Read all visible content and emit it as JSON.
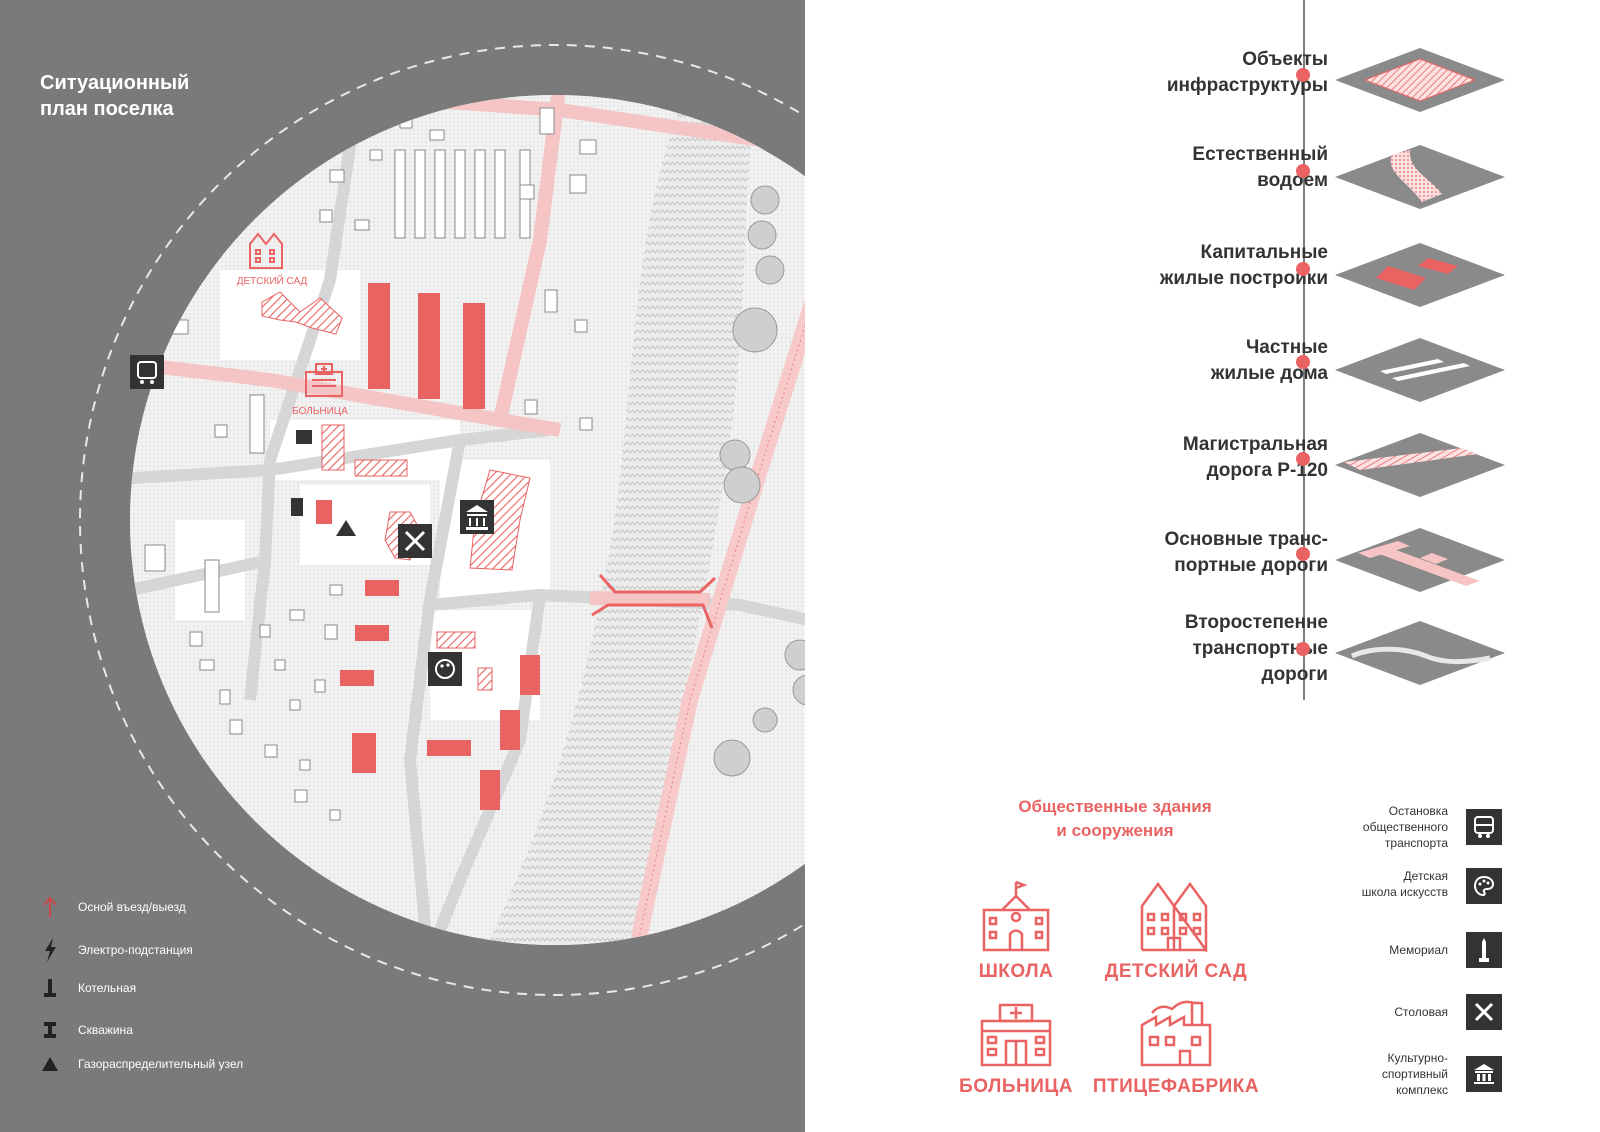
{
  "colors": {
    "accent": "#ea6363",
    "grey": "#7a7a7a",
    "dark": "#333333",
    "light_red": "#f5b8b8"
  },
  "title": {
    "line1": "Ситуационный",
    "line2": "план поселка"
  },
  "map_labels": {
    "kindergarten": "ДЕТСКИЙ САД",
    "hospital": "БОЛЬНИЦА"
  },
  "left_legend": [
    {
      "icon": "arrow-up-icon",
      "label": "Осной въезд/выезд"
    },
    {
      "icon": "lightning-icon",
      "label": "Электро-подстанция"
    },
    {
      "icon": "boiler-icon",
      "label": "Котельная"
    },
    {
      "icon": "well-icon",
      "label": "Скважина"
    },
    {
      "icon": "triangle-icon",
      "label": "Газораспределительный узел"
    }
  ],
  "layers": [
    {
      "line1": "Объекты",
      "line2": "инфраструктуры",
      "tile": "infrastructure"
    },
    {
      "line1": "Естественный",
      "line2": "водоем",
      "tile": "water"
    },
    {
      "line1": "Капитальные",
      "line2": "жилые постройки",
      "tile": "capital-housing"
    },
    {
      "line1": "Частные",
      "line2": "жилые дома",
      "tile": "private-houses"
    },
    {
      "line1": "Магистральная",
      "line2": "дорога Р-120",
      "tile": "highway"
    },
    {
      "line1": "Основные транс-",
      "line2": "портные дороги",
      "tile": "main-roads"
    },
    {
      "line1": "Второстепенне",
      "line2": "транспортные",
      "line3": "дороги",
      "tile": "secondary-roads"
    }
  ],
  "public_buildings": {
    "title_line1": "Общественные здания",
    "title_line2": "и сооружения",
    "items": [
      {
        "label": "ШКОЛА",
        "icon": "school-icon"
      },
      {
        "label": "ДЕТСКИЙ САД",
        "icon": "kindergarten-icon"
      },
      {
        "label": "БОЛЬНИЦА",
        "icon": "hospital-icon"
      },
      {
        "label": "ПТИЦЕФАБРИКА",
        "icon": "factory-icon"
      }
    ]
  },
  "services": [
    {
      "lines": [
        "Остановка",
        "общественного",
        "транспорта"
      ],
      "icon": "bus-icon"
    },
    {
      "lines": [
        "Детская",
        "школа искусств"
      ],
      "icon": "palette-icon"
    },
    {
      "lines": [
        "Мемориал"
      ],
      "icon": "obelisk-icon"
    },
    {
      "lines": [
        "Столовая"
      ],
      "icon": "fork-knife-icon"
    },
    {
      "lines": [
        "Культурно-",
        "спортивный",
        "комплекс"
      ],
      "icon": "museum-icon"
    }
  ]
}
